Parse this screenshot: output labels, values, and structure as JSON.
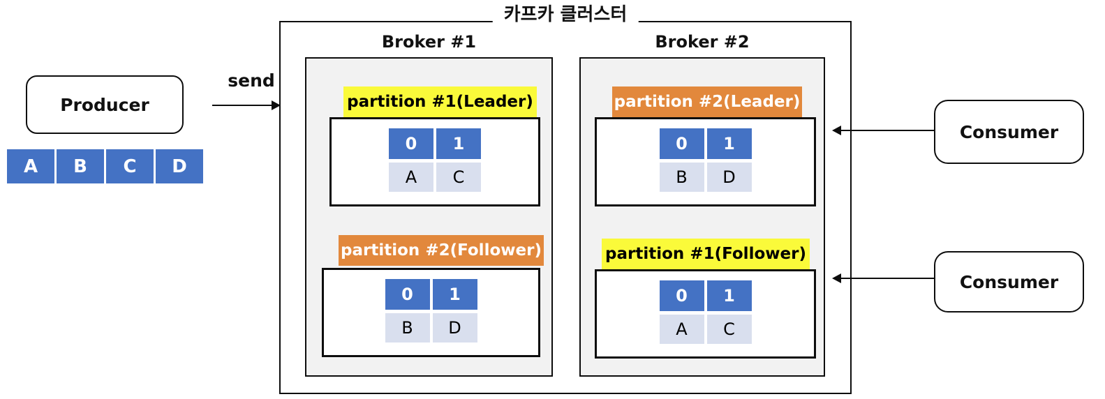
{
  "diagram": {
    "title": "카프카 클러스터",
    "producer": {
      "label": "Producer"
    },
    "send_label": "send",
    "message_strip": [
      "A",
      "B",
      "C",
      "D"
    ],
    "brokers": [
      {
        "label": "Broker #1",
        "partitions": [
          {
            "label": "partition #1(Leader)",
            "highlight": "yellow",
            "headers": [
              "0",
              "1"
            ],
            "values": [
              "A",
              "C"
            ]
          },
          {
            "label": "partition #2(Follower)",
            "highlight": "orange",
            "headers": [
              "0",
              "1"
            ],
            "values": [
              "B",
              "D"
            ]
          }
        ]
      },
      {
        "label": "Broker #2",
        "partitions": [
          {
            "label": "partition #2(Leader)",
            "highlight": "orange",
            "headers": [
              "0",
              "1"
            ],
            "values": [
              "B",
              "D"
            ]
          },
          {
            "label": "partition #1(Follower)",
            "highlight": "yellow",
            "headers": [
              "0",
              "1"
            ],
            "values": [
              "A",
              "C"
            ]
          }
        ]
      }
    ],
    "consumers": [
      {
        "label": "Consumer"
      },
      {
        "label": "Consumer"
      }
    ],
    "colors": {
      "cell_blue": "#4472C4",
      "cell_light": "#D9DFEE",
      "leader_follower_orange": "#E2883C",
      "leader_follower_yellow": "#FAFA3A",
      "broker_background": "#F2F2F2"
    }
  }
}
